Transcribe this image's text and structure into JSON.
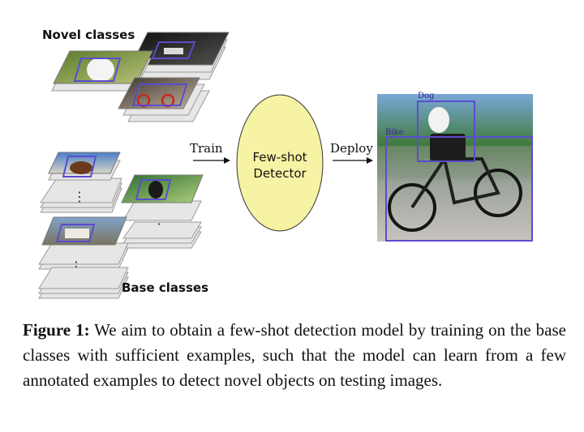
{
  "figure": {
    "novel_label": "Novel classes",
    "base_label": "Base classes",
    "train_label": "Train",
    "deploy_label": "Deploy",
    "detector_line1": "Few-shot",
    "detector_line2": "Detector",
    "dog_label": "Dog",
    "bike_label": "Bike",
    "ellipsis": "⋮",
    "colors": {
      "box": "#5a4ccf",
      "detector_fill": "#f7f3a4",
      "layer_fill": "#e6e6e6",
      "layer_stroke": "#9a9a9a"
    }
  },
  "caption": {
    "label": "Figure 1:",
    "text": " We aim to obtain a few-shot detection model by training on the base classes with sufficient examples, such that the model can learn from a few annotated examples to detect novel objects on testing images."
  }
}
